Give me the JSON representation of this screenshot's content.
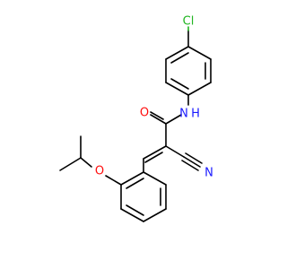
{
  "atoms": {
    "cl": {
      "symbol": "Cl",
      "color": "#1fb41f"
    },
    "nh": {
      "symbol": "N",
      "h": "H",
      "color": "#1a1aff"
    },
    "o_carbonyl": {
      "symbol": "O",
      "color": "#ff0d0d"
    },
    "n_nitrile": {
      "symbol": "N",
      "color": "#1a1aff"
    },
    "o_ether": {
      "symbol": "O",
      "color": "#ff0d0d"
    }
  }
}
